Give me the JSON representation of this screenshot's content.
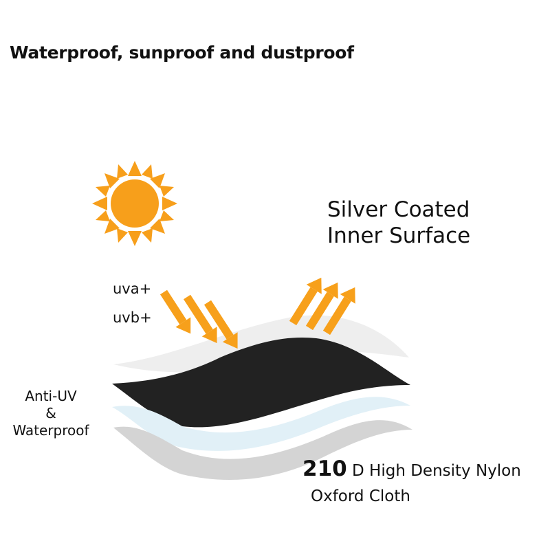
{
  "title": "Waterproof, sunproof and dustproof",
  "labels": {
    "silver_line1": "Silver Coated",
    "silver_line2": "Inner Surface",
    "uva": "uva+",
    "uvb": "uvb+",
    "anti_uv_line1": "Anti-UV",
    "anti_uv_line2": "&",
    "anti_uv_line3": "Waterproof",
    "nylon_number": "210",
    "nylon_line1_rest": " D High Density Nylon",
    "nylon_line2": "Oxford Cloth"
  },
  "icons": [
    "sun-icon",
    "incoming-uv-arrows-icon",
    "reflected-arrows-icon",
    "fabric-layers-illustration"
  ],
  "colors": {
    "sun": "#f79f1b",
    "arrows": "#f7a01b",
    "black_layer": "#222222",
    "top_layer": "#eeeeee",
    "blue_layer": "#e1f0f7",
    "gray_layer": "#d4d4d4"
  }
}
